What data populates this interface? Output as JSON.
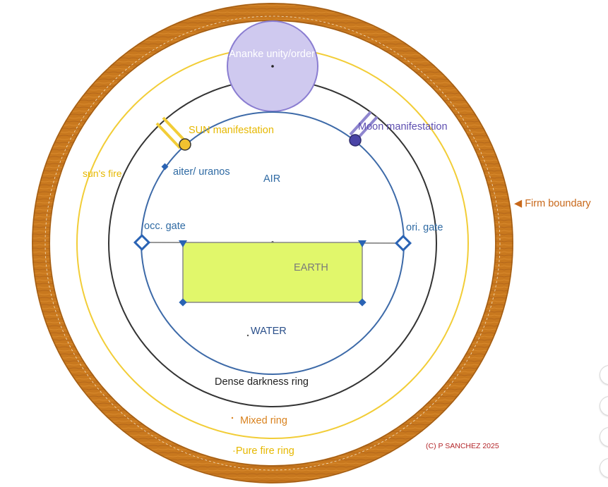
{
  "diagram": {
    "labels": {
      "ananke": "Ananke unity/order",
      "sun": "SUN manifestation",
      "moon": "Moon manifestation",
      "sun_fire": "sun's fire",
      "aiter": "aiter/ uranos",
      "air": "AIR",
      "firm_boundary": "Firm boundary",
      "occ_gate": "occ. gate",
      "ori_gate": "ori. gate",
      "earth": "EARTH",
      "water": "WATER",
      "dense_ring": "Dense darkness ring",
      "mixed_ring": "Mixed ring",
      "pure_fire_ring": "Pure fire ring",
      "copyright": "(C) P SANCHEZ 2025"
    },
    "colors": {
      "firm_boundary": "#c8781e",
      "pure_fire": "#f2cd37",
      "mixed_ring_text": "#d9821e",
      "dense_ring": "#333333",
      "air_circle": "#3d6aa8",
      "earth_fill": "#e1f76b",
      "ananke_fill": "#cfc9ef",
      "ananke_stroke": "#8a7dd1",
      "sun": "#f2cd37",
      "moon": "#4a44a6",
      "moon_text": "#5e4fb0",
      "copyright": "#b3262a"
    },
    "side_controls": [
      "side-control-1",
      "side-control-2",
      "side-control-3",
      "side-control-4"
    ]
  }
}
